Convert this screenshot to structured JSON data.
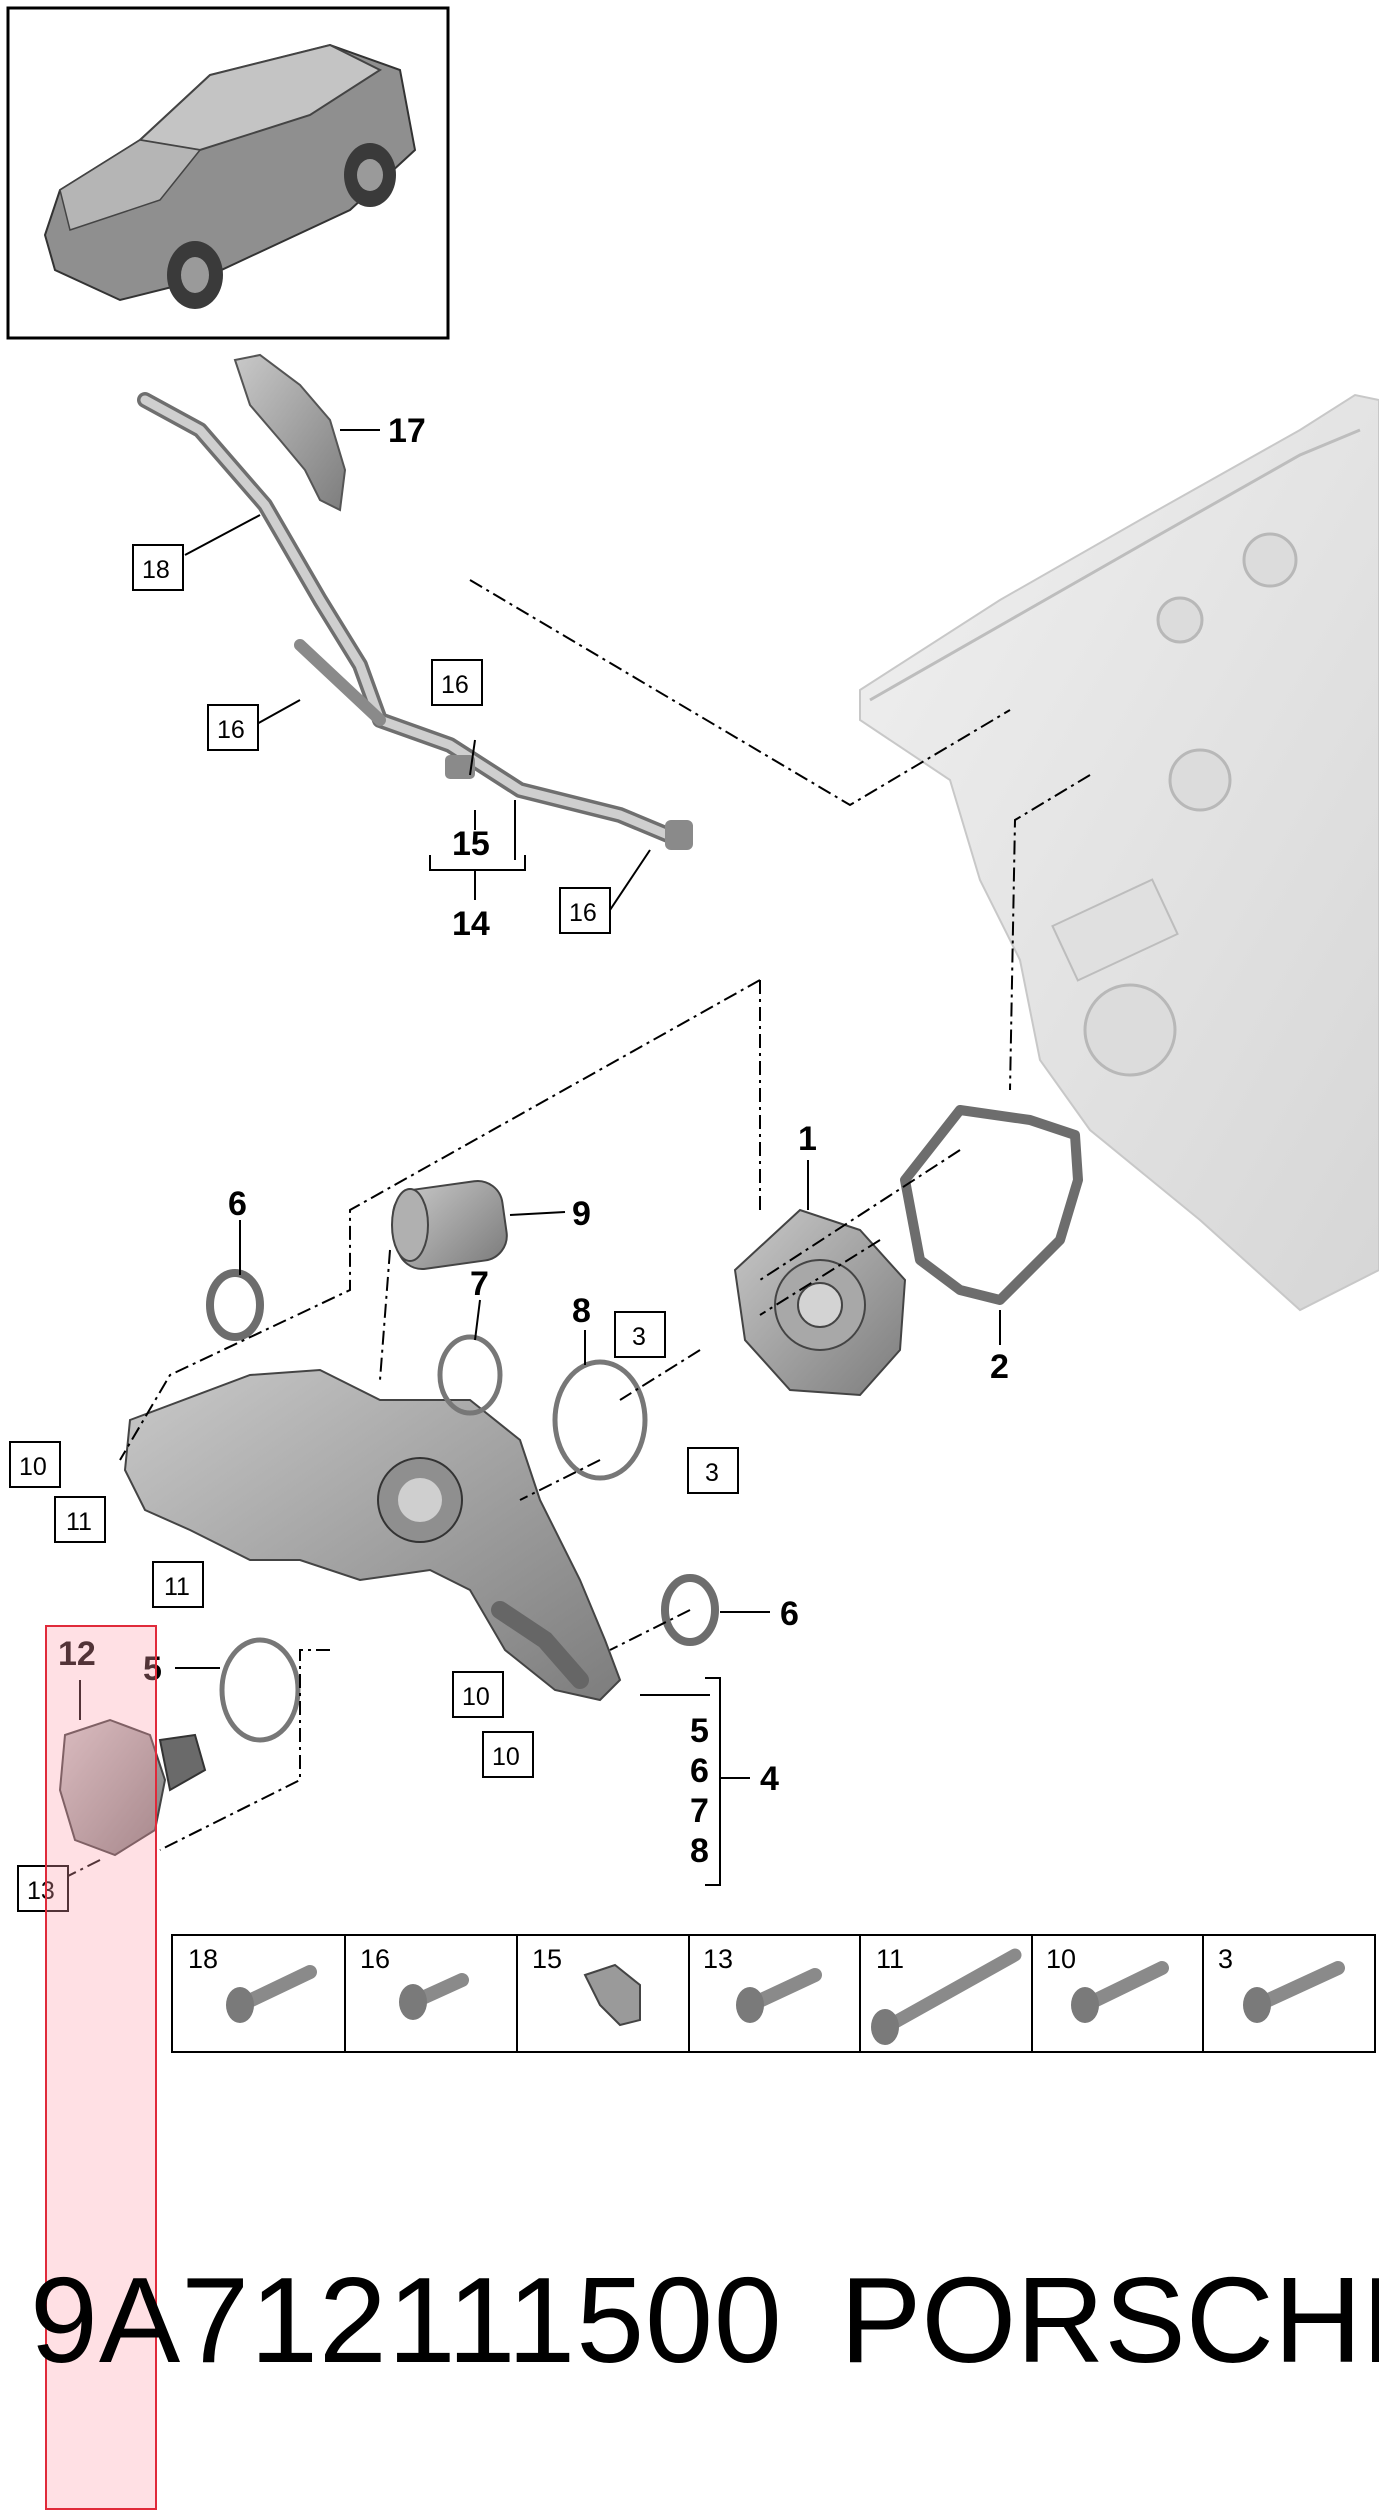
{
  "diagram": {
    "callouts_bold": [
      "17",
      "15",
      "14",
      "1",
      "2",
      "9",
      "6",
      "7",
      "8",
      "5",
      "12",
      "6",
      "4"
    ],
    "callouts_boxed": [
      "18",
      "16",
      "16",
      "16",
      "3",
      "3",
      "10",
      "11",
      "11",
      "10",
      "10",
      "13"
    ],
    "group_list": [
      "5",
      "6",
      "7",
      "8"
    ],
    "group_label": "4"
  },
  "parts_table": {
    "cells": [
      {
        "label": "18",
        "icon": "bolt-icon"
      },
      {
        "label": "16",
        "icon": "short-bolt-icon"
      },
      {
        "label": "15",
        "icon": "clip-icon"
      },
      {
        "label": "13",
        "icon": "bolt-icon"
      },
      {
        "label": "11",
        "icon": "long-bolt-icon"
      },
      {
        "label": "10",
        "icon": "bolt-icon"
      },
      {
        "label": "3",
        "icon": "bolt-icon"
      }
    ]
  },
  "footer": {
    "part_number": "9A712111500",
    "brand": "PORSCHE"
  },
  "colors": {
    "highlight_fill": "#ffa0aa",
    "highlight_border": "#e02a3a",
    "part_gray": "#9a9a9a",
    "engine_gray": "#e6e6e6"
  }
}
